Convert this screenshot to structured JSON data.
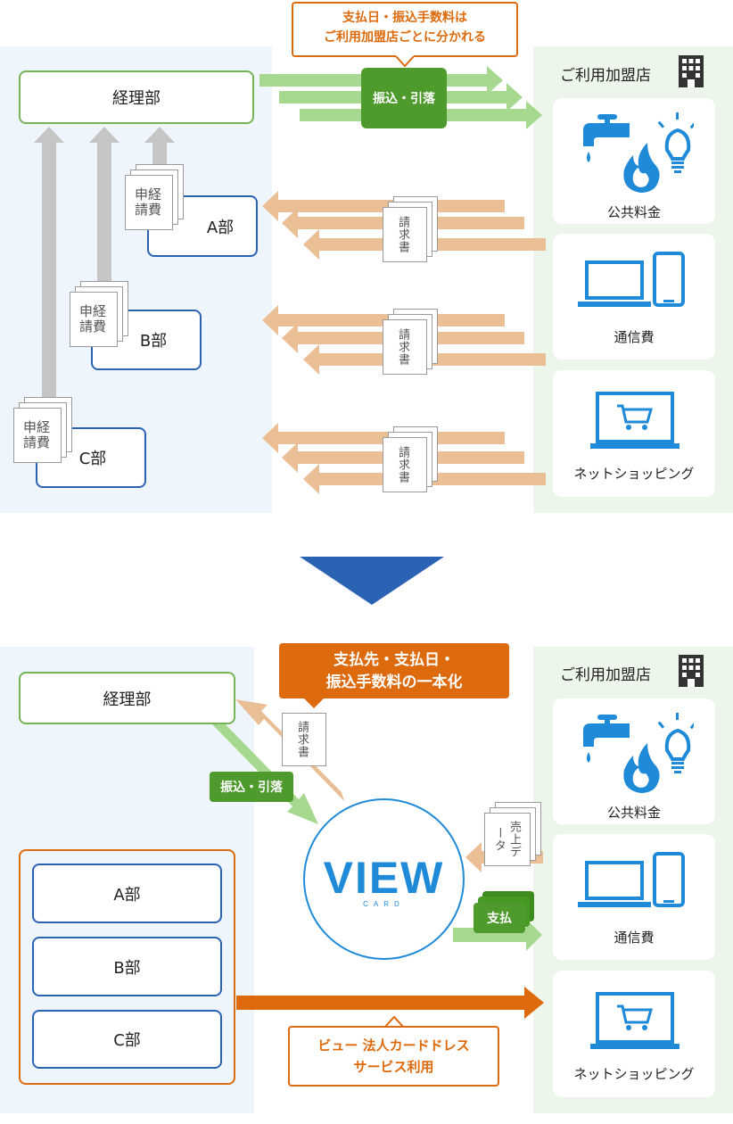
{
  "top": {
    "callout": {
      "line1": "支払日・振込手数料は",
      "line2": "ご利用加盟店ごとに分かれる"
    },
    "accounting": "経理部",
    "transfer_tag": "振込・引落",
    "departments": [
      {
        "label": "A部",
        "doc_line1": "申経",
        "doc_line2": "請費"
      },
      {
        "label": "B部",
        "doc_line1": "申経",
        "doc_line2": "請費"
      },
      {
        "label": "C部",
        "doc_line1": "申経",
        "doc_line2": "請費"
      }
    ],
    "invoice": "請求書",
    "stores_title": "ご利用加盟店",
    "stores": [
      "公共料金",
      "通信費",
      "ネットショッピング"
    ]
  },
  "bottom": {
    "callout": {
      "line1": "支払先・支払日・",
      "line2": "振込手数料の一本化"
    },
    "accounting": "経理部",
    "transfer_tag": "振込・引落",
    "invoice": "請求書",
    "sales_data": "売上データ",
    "sales_col1": "売上",
    "sales_col2": "データ",
    "payment_tag": "支払",
    "departments": [
      "A部",
      "B部",
      "C部"
    ],
    "card_logo": "VIEW",
    "card_sub": "CARD",
    "cardless": {
      "line1": "ビュー 法人カードドレス",
      "line2": "サービス利用"
    },
    "stores_title": "ご利用加盟店",
    "stores": [
      "公共料金",
      "通信費",
      "ネットショッピング"
    ]
  },
  "colors": {
    "green_arrow": "#a7d88f",
    "orange_arrow": "#ebbf96",
    "gray_arrow": "#c5c5c5",
    "blue": "#2a62b4",
    "icon_blue": "#1e8ad8",
    "orange": "#dd6a0d",
    "green": "#4f9a2d"
  }
}
